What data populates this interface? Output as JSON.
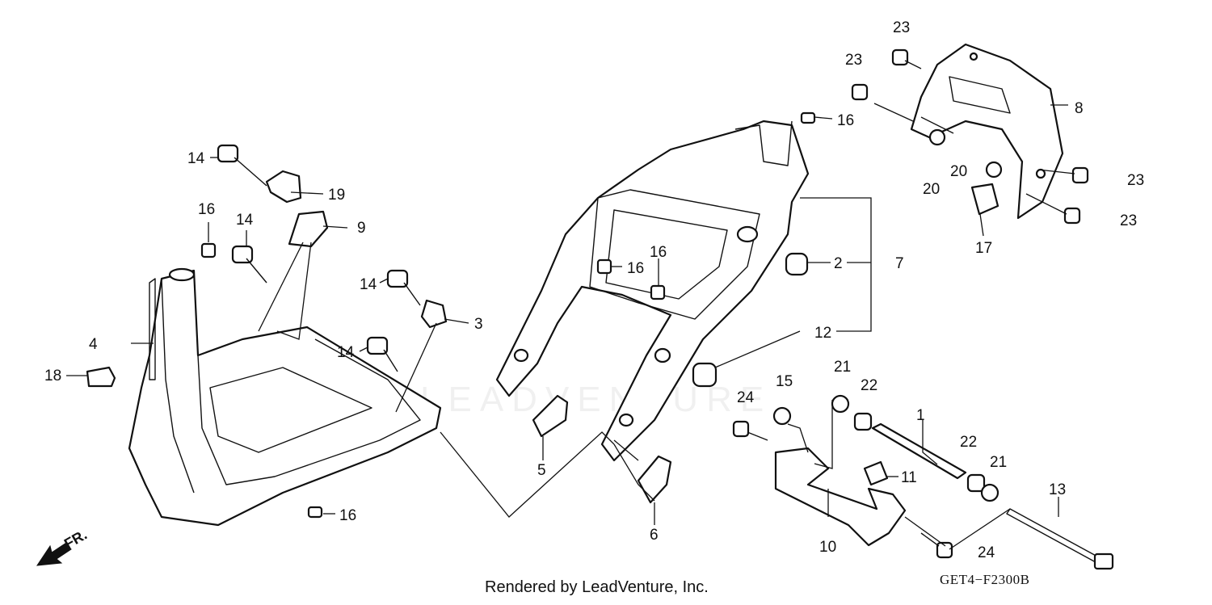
{
  "diagram": {
    "callouts": {
      "c1": "1",
      "c2": "2",
      "c3": "3",
      "c4": "4",
      "c5": "5",
      "c6": "6",
      "c7": "7",
      "c8": "8",
      "c9": "9",
      "c10": "10",
      "c11": "11",
      "c12": "12",
      "c13": "13",
      "c14a": "14",
      "c14b": "14",
      "c14c": "14",
      "c14d": "14",
      "c15": "15",
      "c16a": "16",
      "c16b": "16",
      "c16c": "16",
      "c16d": "16",
      "c16e": "16",
      "c17": "17",
      "c18": "18",
      "c19": "19",
      "c20a": "20",
      "c20b": "20",
      "c21a": "21",
      "c21b": "21",
      "c22a": "22",
      "c22b": "22",
      "c23a": "23",
      "c23b": "23",
      "c23c": "23",
      "c23d": "23",
      "c24a": "24",
      "c24b": "24"
    },
    "direction_label": "FR.",
    "reference_code": "GET4−F2300B",
    "credit": "Rendered by LeadVenture, Inc.",
    "watermark_text": "LEADVENTURE"
  }
}
